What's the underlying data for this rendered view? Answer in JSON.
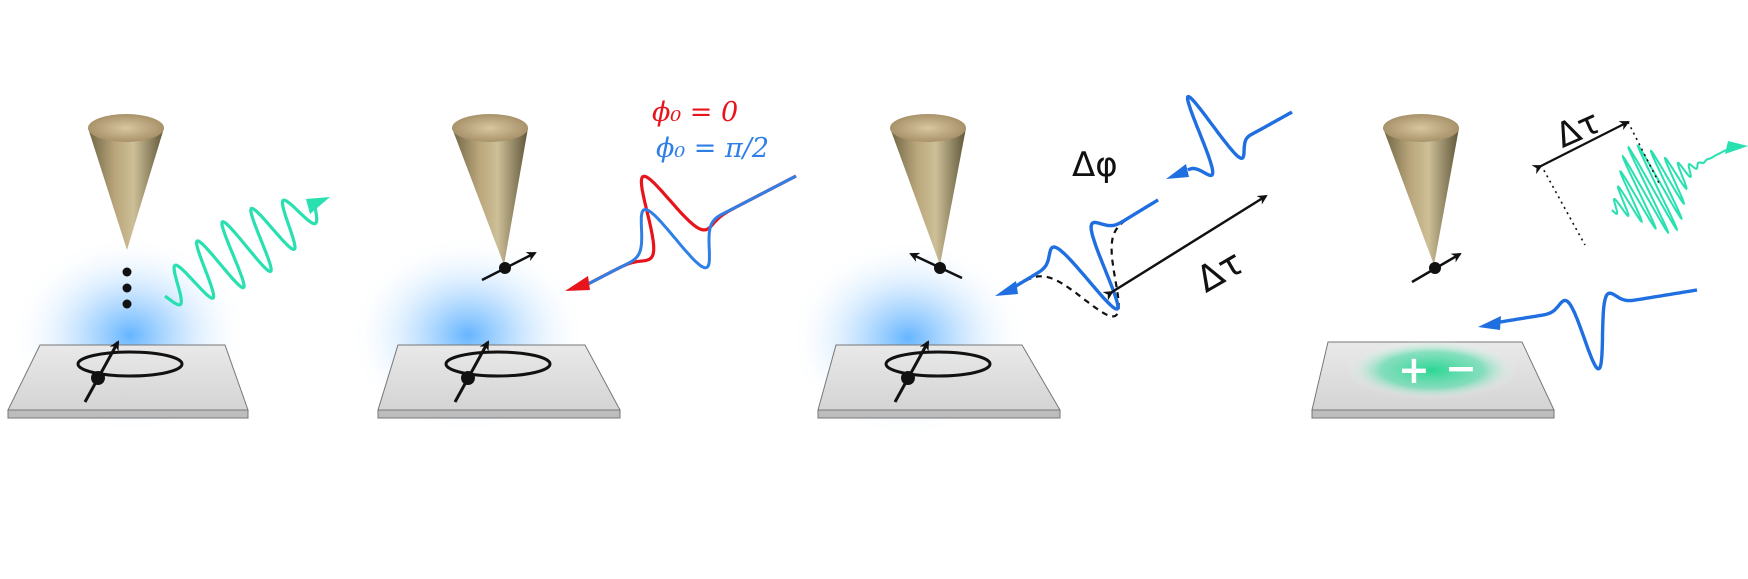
{
  "panels": [
    {
      "id": "panel-1"
    },
    {
      "id": "panel-2",
      "legend": [
        {
          "text": "ϕ₀ = 0",
          "color": "#e8141c"
        },
        {
          "text": "ϕ₀ = π/2",
          "color": "#2f7fe6"
        }
      ]
    },
    {
      "id": "panel-3",
      "phase_label": "Δφ",
      "delay_label": "Δτ"
    },
    {
      "id": "panel-4",
      "delay_label": "Δτ",
      "charge_labels": [
        "+",
        "−"
      ]
    }
  ],
  "colors": {
    "blue_pulse": "#1f6fe0",
    "red_pulse": "#e8141c",
    "green_pulse": "#28e0b0",
    "glow_blue": "#4aa8ff",
    "glow_green": "#22d690",
    "tip": "#9c8a60"
  },
  "icons": [
    "stm-tip-icon",
    "spin-arrow-icon",
    "substrate-icon",
    "pulse-icon"
  ]
}
